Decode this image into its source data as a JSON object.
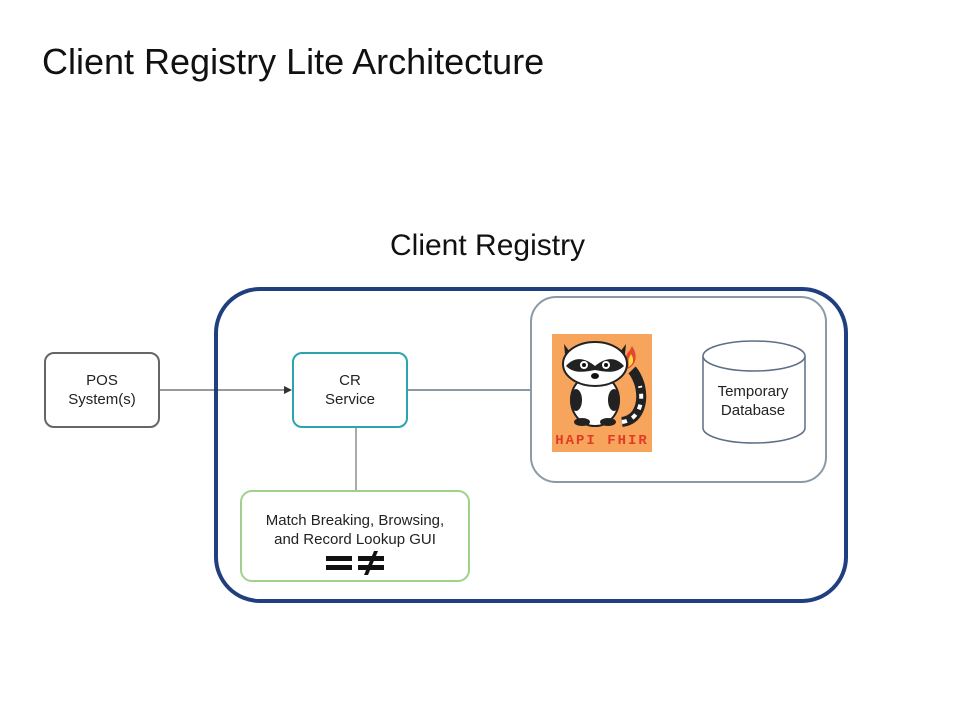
{
  "slide": {
    "title": "Client Registry Lite Architecture"
  },
  "diagram": {
    "group_title": "Client Registry",
    "nodes": {
      "pos": {
        "lines": [
          "POS",
          "System(s)"
        ]
      },
      "cr_service": {
        "lines": [
          "CR",
          "Service"
        ]
      },
      "gui": {
        "lines": [
          "Match Breaking, Browsing,",
          "and Record Lookup GUI"
        ]
      },
      "hapi": {
        "logo_text": "HAPI FHIR"
      },
      "database": {
        "lines": [
          "Temporary",
          "Database"
        ]
      }
    },
    "icons": {
      "equals": "equals-icon",
      "not_equals": "not-equals-icon",
      "hapi_mascot": "raccoon-icon",
      "database": "database-icon"
    },
    "colors": {
      "outer_border": "#1f3f7f",
      "inner_border": "#8a9aa6",
      "pos_border": "#666666",
      "cr_border": "#2aa5ad",
      "gui_border": "#9fd08e",
      "hapi_background": "#f7a45c",
      "hapi_text": "#e23b26"
    }
  }
}
